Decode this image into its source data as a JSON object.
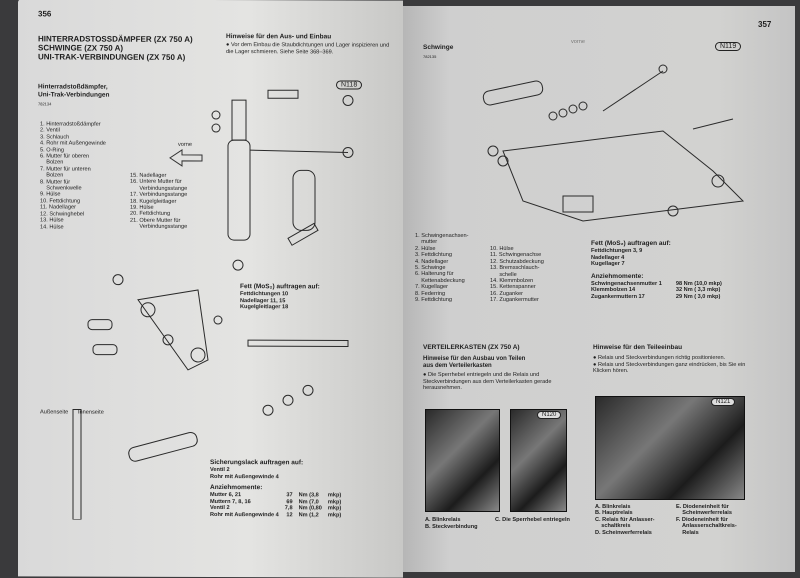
{
  "left": {
    "page_number": "356",
    "title_lines": [
      "HINTERRADSTOSSDÄMPFER (ZX 750 A)",
      "SCHWINGE (ZX 750 A)",
      "UNI-TRAK-VERBINDUNGEN (ZX 750 A)"
    ],
    "notes_heading": "Hinweise für den Aus- und Einbau",
    "notes": [
      "Vor dem Einbau die Staubdichtungen und Lager inspizieren und die Lager schmieren. Siehe Seite 368–369."
    ],
    "figure_badge": "N118",
    "subtitle_lines": [
      "Hinterradstoßdämpfer,",
      "Uni-Trak-Verbindungen"
    ],
    "figure_code": "782134",
    "direction_label": "vorne",
    "parts_col1": [
      "1. Hinterradstoßdämpfer",
      "2. Ventil",
      "3. Schlauch",
      "4. Rohr mit Außengewinde",
      "5. O-Ring",
      "6. Mutter für oberen",
      "    Bolzen",
      "7. Mutter für unteren",
      "    Bolzen",
      "8. Mutter für",
      "    Schwenkwelle",
      "9. Hülse",
      "10. Fettdichtung",
      "11. Nadellager",
      "12. Schwinghebel",
      "13. Hülse",
      "14. Hülse"
    ],
    "parts_col2": [
      "15. Nadellager",
      "16. Untere Mutter für",
      "      Verbindungsstange",
      "17. Verbindungsstange",
      "18. Kugelgleitlager",
      "19. Hülse",
      "20. Fettdichtung",
      "21. Obere Mutter für",
      "      Verbindungsstange"
    ],
    "grease_heading": "Fett (MoS₂) auftragen auf:",
    "grease_items": [
      "Fettdichtungen 10",
      "Nadellager 11, 15",
      "Kugelgleitlager 18"
    ],
    "side_labels": [
      "Außenseite",
      "Innenseite"
    ],
    "locktite_heading": "Sicherungslack auftragen auf:",
    "locktite_items": [
      "Ventil 2",
      "Rohr mit Außengewinde 4"
    ],
    "torque_heading": "Anziehmomente:",
    "torque": [
      {
        "part": "Mutter 6, 21",
        "value": "37",
        "unit": "Nm (3,8",
        "alt": "mkp)"
      },
      {
        "part": "Muttern 7, 8, 16",
        "value": "69",
        "unit": "Nm (7,0",
        "alt": "mkp)"
      },
      {
        "part": "Ventil 2",
        "value": "7,8",
        "unit": "Nm (0,80",
        "alt": "mkp)"
      },
      {
        "part": "Rohr mit Außengewinde 4",
        "value": "12",
        "unit": "Nm (1,2",
        "alt": "mkp)"
      }
    ]
  },
  "right": {
    "page_number": "357",
    "section": "Schwinge",
    "figure_code": "782135",
    "figure_badge": "N119",
    "direction_label": "vorne",
    "parts_col1": [
      "1. Schwingenachsen-",
      "    mutter",
      "2. Hülse",
      "3. Fettdichtung",
      "4. Nadellager",
      "5. Schwinge",
      "6. Halterung für",
      "    Kettenabdeckung",
      "7. Kugellager",
      "8. Federring",
      "9. Fettdichtung"
    ],
    "parts_col2": [
      "10. Hülse",
      "11. Schwingenachse",
      "12. Schutzabdeckung",
      "13. Bremsschlauch-",
      "      schelle",
      "14. Klemmbolzen",
      "15. Kettenspanner",
      "16. Zuganker",
      "17. Zugankermutter"
    ],
    "grease_heading": "Fett (MoS₂) auftragen auf:",
    "grease_items": [
      "Fettdichtungen 3, 9",
      "Nadellager 4",
      "Kugellager 7"
    ],
    "torque_heading": "Anziehmomente:",
    "torque": [
      {
        "part": "Schwingenachsenmutter 1",
        "value": "98 Nm (10,0 mkp)"
      },
      {
        "part": "Klemmbolzen 14",
        "value": "32 Nm ( 3,3 mkp)"
      },
      {
        "part": "Zugankermuttern 17",
        "value": "29 Nm ( 3,0 mkp)"
      }
    ],
    "section2_title": "VERTEILERKASTEN (ZX 750 A)",
    "removal_heading_lines": [
      "Hinweise für den Ausbau von Teilen",
      "aus dem Verteilerkasten"
    ],
    "removal_notes": [
      "Die Sperrhebel entriegeln und die Relais und Steckverbindungen aus dem Verteilerkasten gerade herausnehmen."
    ],
    "install_heading": "Hinweise für den Teileeinbau",
    "install_notes": [
      "Relais und Steckverbindungen richtig positionieren.",
      "Relais und Steckverbindungen ganz eindrücken, bis Sie ein Klicken hören."
    ],
    "photo1_badge": "N120",
    "photo2_badge": "N121",
    "photo1_captions": [
      "A. Blinkrelais",
      "B. Steckverbindung"
    ],
    "photo1_caption_c": "C. Die Sperrhebel entriegeln",
    "photo2_captions_col1": [
      "A. Blinkrelais",
      "B. Hauptrelais",
      "C. Relais für Anlasser-",
      "    schaltkreis",
      "D. Scheinwerferrelais"
    ],
    "photo2_captions_col2": [
      "E. Diodeneinheit für",
      "    Scheinwerferrelais",
      "F. Diodeneinheit für",
      "    Anlasserschaltkreis-",
      "    Relais"
    ]
  }
}
